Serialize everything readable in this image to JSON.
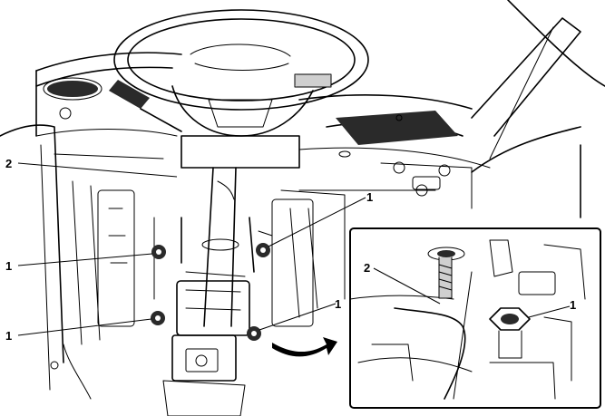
{
  "callouts": {
    "c_top_left": "2",
    "c_mid_left": "1",
    "c_low_left": "1",
    "c_right_upper": "1",
    "c_right_lower": "1",
    "c_inset_left": "2",
    "c_inset_right": "1"
  },
  "colors": {
    "line": "#000000",
    "background": "#ffffff",
    "shade": "#cfcfcf"
  }
}
